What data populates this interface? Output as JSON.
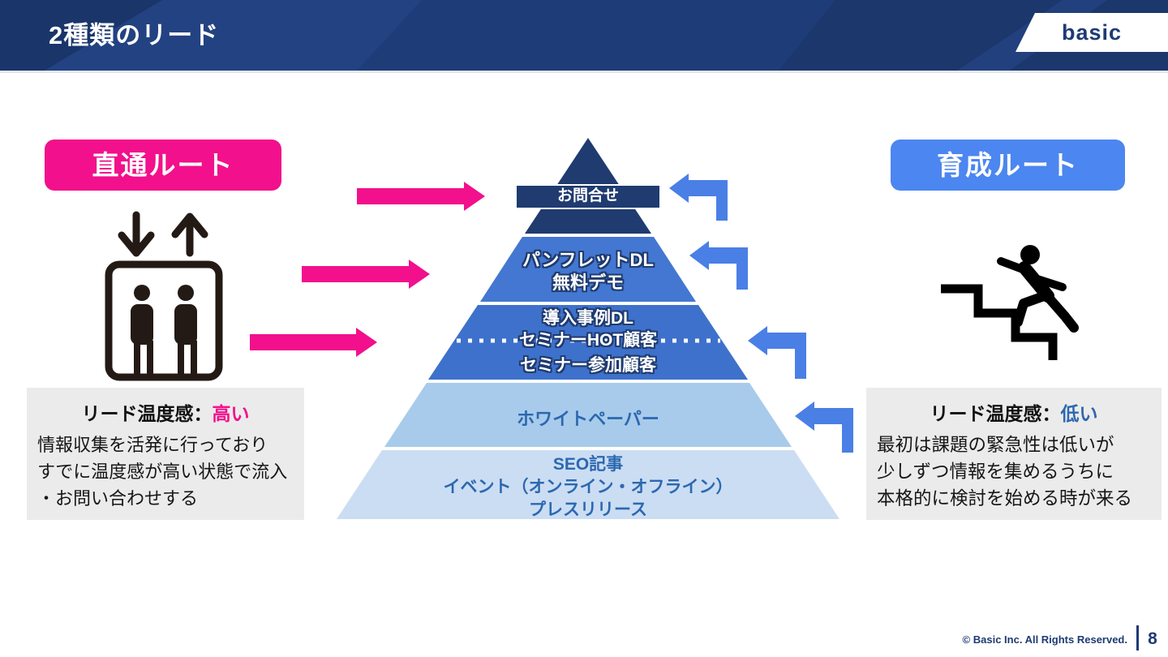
{
  "slide": {
    "title": "2種類のリード",
    "logo": "basic",
    "copyright": "© Basic Inc. All Rights Reserved.",
    "page_number": "8"
  },
  "routes": {
    "direct": {
      "label": "直通ルート"
    },
    "nurture": {
      "label": "育成ルート"
    }
  },
  "pyramid": {
    "levels": [
      {
        "name": "contact",
        "label": "お問合せ"
      },
      {
        "name": "pamphlet-demo",
        "lines": [
          "パンフレットDL",
          "無料デモ"
        ]
      },
      {
        "name": "case-seminar",
        "lines": [
          "導入事例DL",
          "セミナーHOT顧客",
          "セミナー参加顧客"
        ]
      },
      {
        "name": "whitepaper",
        "lines": [
          "ホワイトペーパー"
        ]
      },
      {
        "name": "seo-event-pr",
        "lines": [
          "SEO記事",
          "イベント（オンライン・オフライン）",
          "プレスリリース"
        ]
      }
    ]
  },
  "notes": {
    "direct": {
      "heading_prefix": "リード温度感：",
      "heading_value": "高い",
      "body": "情報収集を活発に行っており\nすでに温度感が高い状態で流入\n・お問い合わせする"
    },
    "nurture": {
      "heading_prefix": "リード温度感：",
      "heading_value": "低い",
      "body": "最初は課題の緊急性は低いが\n少しずつ情報を集めるうちに\n本格的に検討を始める時が来る"
    }
  },
  "icons": {
    "left": "elevator-icon",
    "right": "stairs-climb-icon"
  },
  "colors": {
    "accent_pink": "#F2108C",
    "accent_blue": "#4C86F0",
    "arrow_blue": "#4A7FE6",
    "navy": "#1F3B70",
    "header_navy": "#1E3C78",
    "pyramid_levels": [
      "#1F3B70",
      "#4377D1",
      "#3E71CB",
      "#A8CBEB",
      "#CBDDF3"
    ],
    "pyramid_text_blue": "#2C68B0",
    "note_bg": "#EBEBEB"
  }
}
